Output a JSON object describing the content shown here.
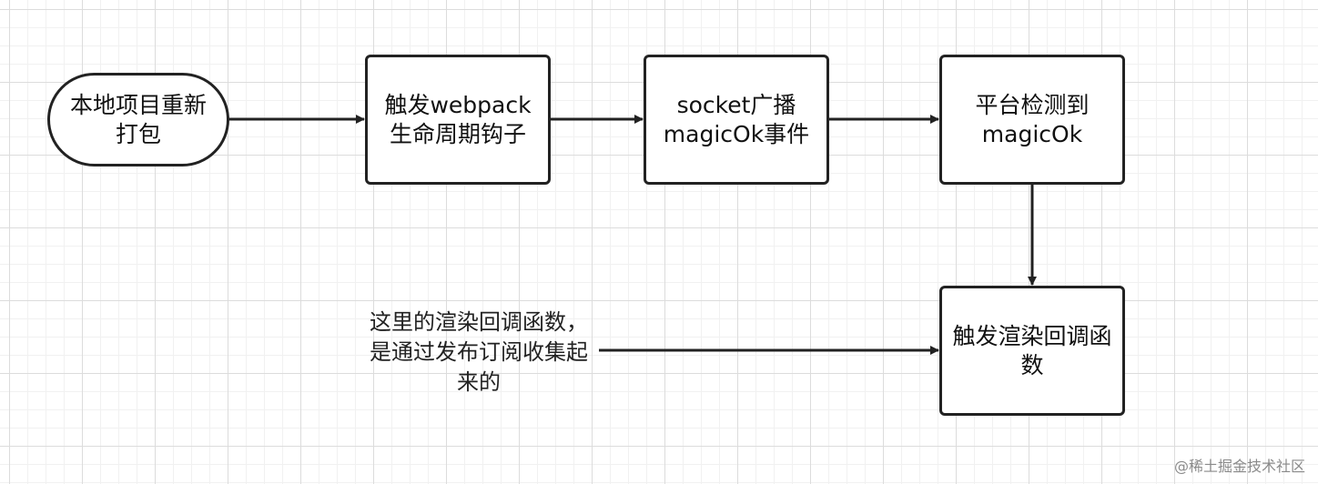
{
  "nodes": {
    "repack": "本地项目重新打包",
    "webpack_hook": "触发webpack生命周期钩子",
    "socket_broadcast": "socket广播magicOk事件",
    "platform_detect": "平台检测到magicOk",
    "render_callback": "触发渲染回调函数"
  },
  "annotation": "这里的渲染回调函数，是通过发布订阅收集起来的",
  "watermark": "@稀土掘金技术社区",
  "colors": {
    "stroke": "#222222",
    "grid": "#dcdcdc"
  }
}
